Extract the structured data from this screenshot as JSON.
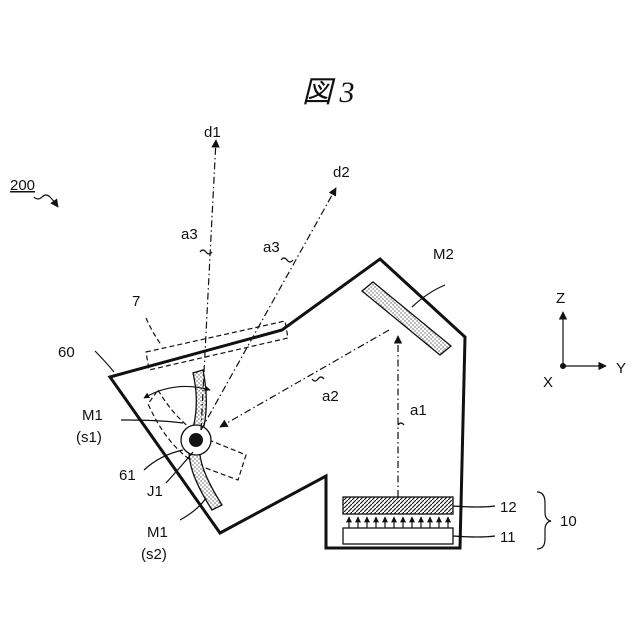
{
  "figure": {
    "title": "図 3",
    "labels": {
      "device": "200",
      "d1": "d1",
      "d2": "d2",
      "a3_left": "a3",
      "a3_right": "a3",
      "seven": "7",
      "m2": "M2",
      "z": "Z",
      "y": "Y",
      "x": "X",
      "sixty": "60",
      "m1_top": "M1",
      "s1": "(s1)",
      "a2": "a2",
      "a1": "a1",
      "sixty_one": "61",
      "j1": "J1",
      "twelve": "12",
      "ten": "10",
      "eleven": "11",
      "m1_bottom": "M1",
      "s2": "(s2)"
    }
  }
}
